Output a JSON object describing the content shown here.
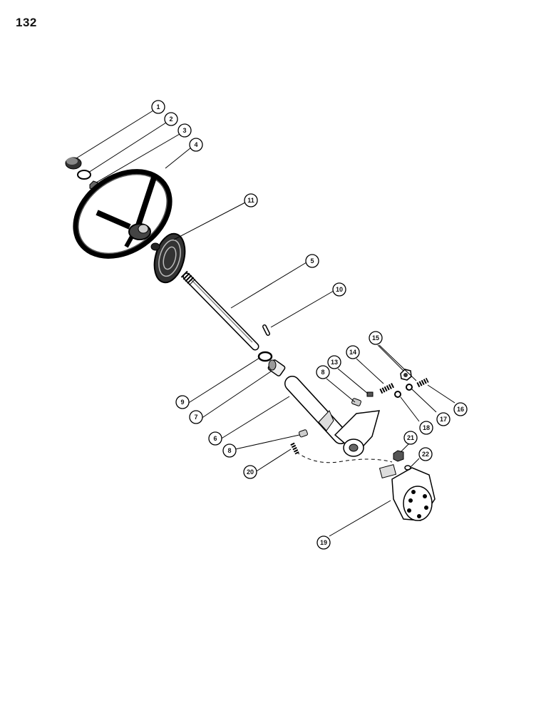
{
  "page": {
    "number": "132"
  },
  "callouts": {
    "c1": "1",
    "c2": "2",
    "c3": "3",
    "c4": "4",
    "c5": "5",
    "c6": "6",
    "c7": "7",
    "c8a": "8",
    "c8b": "8",
    "c9": "9",
    "c10": "10",
    "c11": "11",
    "c13": "13",
    "c14": "14",
    "c15": "15",
    "c16": "16",
    "c17": "17",
    "c18": "18",
    "c19": "19",
    "c20": "20",
    "c21": "21",
    "c22": "22"
  }
}
